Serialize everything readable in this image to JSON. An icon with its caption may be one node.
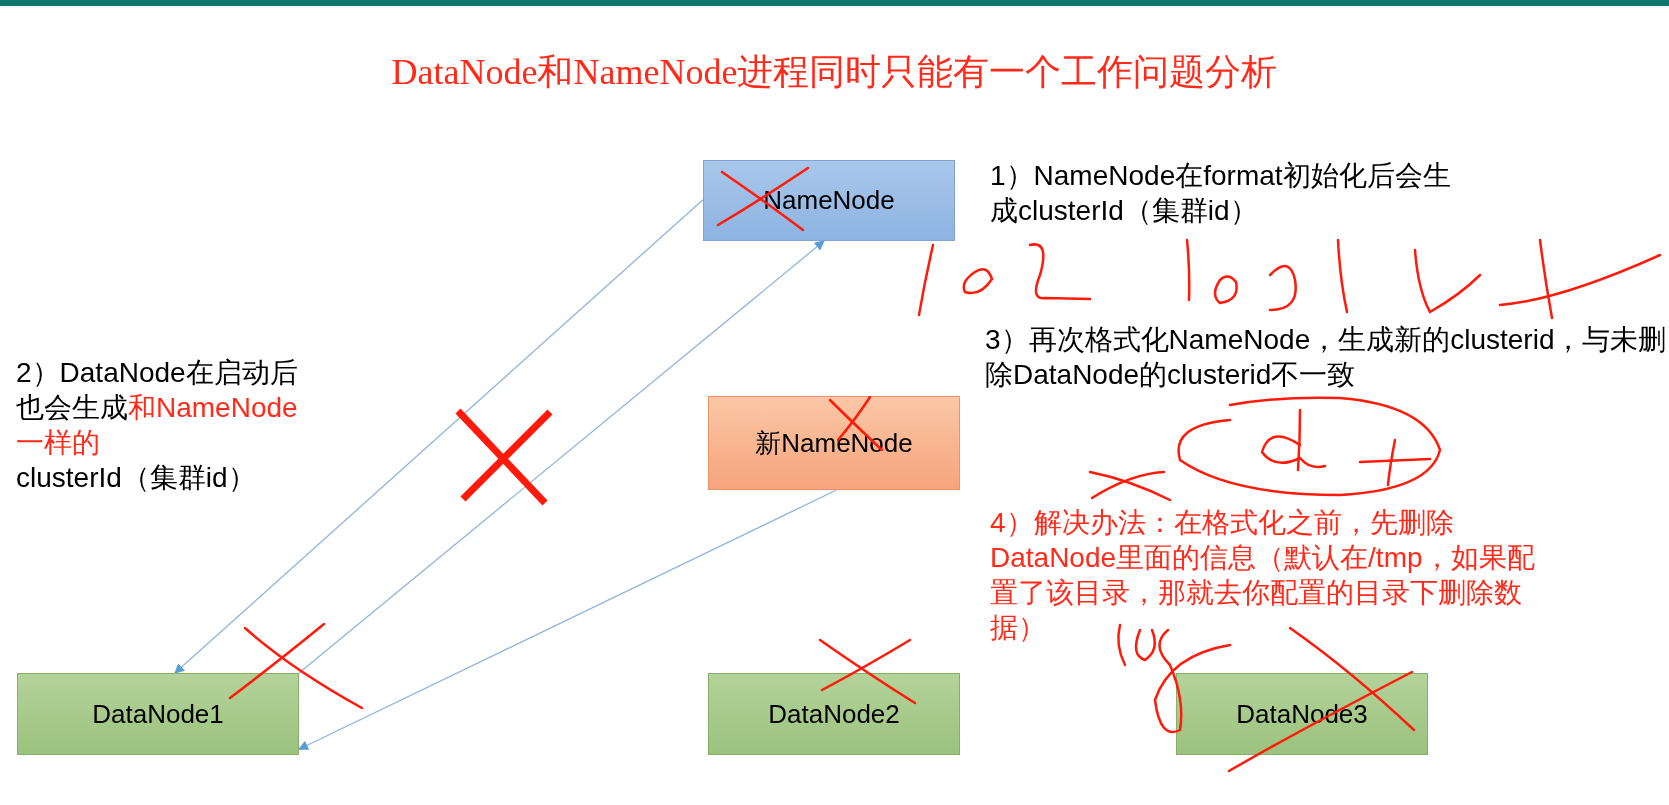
{
  "diagram": {
    "title": "DataNode和NameNode进程同时只能有一个工作问题分析",
    "nodes": [
      {
        "text": [
          "NameNode"
        ]
      },
      {
        "text": [
          "新NameNode"
        ]
      },
      {
        "text": [
          "DataNode1"
        ]
      },
      {
        "text": [
          "DataNode2"
        ]
      },
      {
        "text": [
          "DataNode3"
        ]
      }
    ],
    "edges": [
      {
        "from": 0,
        "to": 2,
        "arrow": "to"
      },
      {
        "from": 2,
        "to": 0,
        "arrow": "to"
      },
      {
        "from": 1,
        "to": 2,
        "arrow": "to"
      }
    ],
    "labels": [
      "1）NameNode在format初始化后会生成clusterId（集群id）",
      "3）再次格式化NameNode，生成新的clusterid，与未删除DataNode的clusterid不一致",
      "2）DataNode在启动后也会生成",
      "和NameNode一样的",
      "clusterId（集群id）",
      "4）解决办法：在格式化之前，先删除DataNode里面的信息（默认在/tmp，如果配置了该目录，那就去你配置的目录下删除数据）"
    ]
  }
}
